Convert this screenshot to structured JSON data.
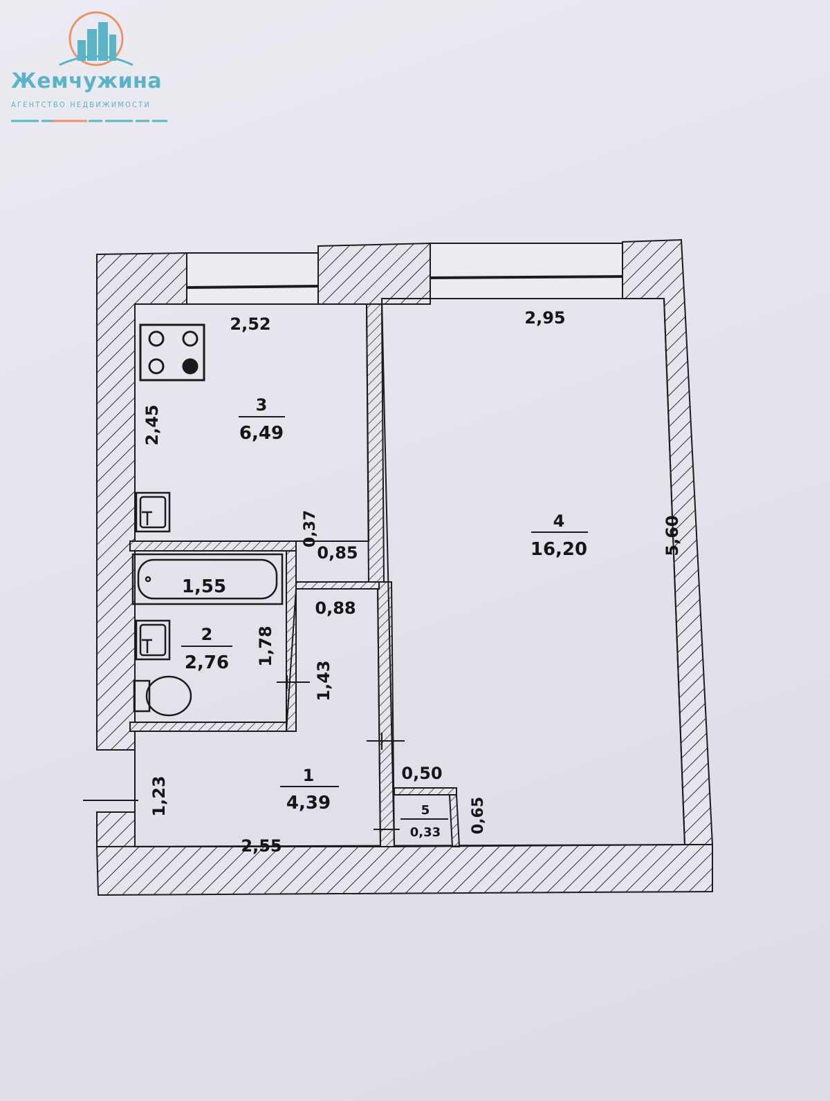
{
  "logo": {
    "name": "Жемчужина",
    "tagline": "АГЕНТСТВО НЕДВИЖИМОСТИ",
    "colors": {
      "primary": "#5bb3c7",
      "accent": "#e8926a"
    }
  },
  "floor_plan": {
    "rooms": [
      {
        "number": "1",
        "area": "4,39"
      },
      {
        "number": "2",
        "area": "2,76"
      },
      {
        "number": "3",
        "area": "6,49"
      },
      {
        "number": "4",
        "area": "16,20"
      },
      {
        "number": "5",
        "area": "0,33"
      }
    ],
    "bathtub_area": "1,55",
    "dimensions": {
      "kitchen_width": "2,52",
      "kitchen_depth": "2,45",
      "living_width": "2,95",
      "living_length": "5,60",
      "bath_length": "1,78",
      "passage_width": "0,88",
      "passage_length": "1,43",
      "wall_gap": "0,37",
      "opening": "0,85",
      "hall_width": "2,55",
      "hall_depth": "1,23",
      "closet_width": "0,50",
      "closet_depth": "0,65"
    }
  }
}
